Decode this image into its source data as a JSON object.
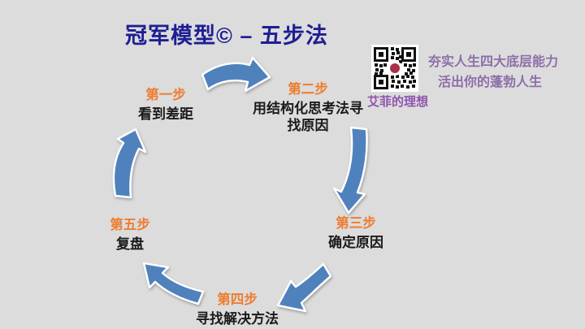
{
  "page": {
    "background_color": "#dcdcdc"
  },
  "title": {
    "text": "冠军模型© – 五步法",
    "color": "#1e1e94"
  },
  "promo": {
    "qr_label": "艾菲的理想",
    "slogan_line1": "夯实人生四大底层能力",
    "slogan_line2": "活出你的蓬勃人生",
    "text_color": "#8d6fa8",
    "qr_center_dot_color": "#a8324a"
  },
  "diagram": {
    "type": "five-step-cycle",
    "arrow_color": "#4f81bd",
    "step_label_color": "#ed7d31",
    "step_desc_color": "#1a1a1a",
    "steps": [
      {
        "label": "第一步",
        "desc": "看到差距"
      },
      {
        "label": "第二步",
        "desc": "用结构化思考法寻找原因"
      },
      {
        "label": "第三步",
        "desc": "确定原因"
      },
      {
        "label": "第四步",
        "desc": "寻找解决方法"
      },
      {
        "label": "第五步",
        "desc": "复盘"
      }
    ]
  }
}
